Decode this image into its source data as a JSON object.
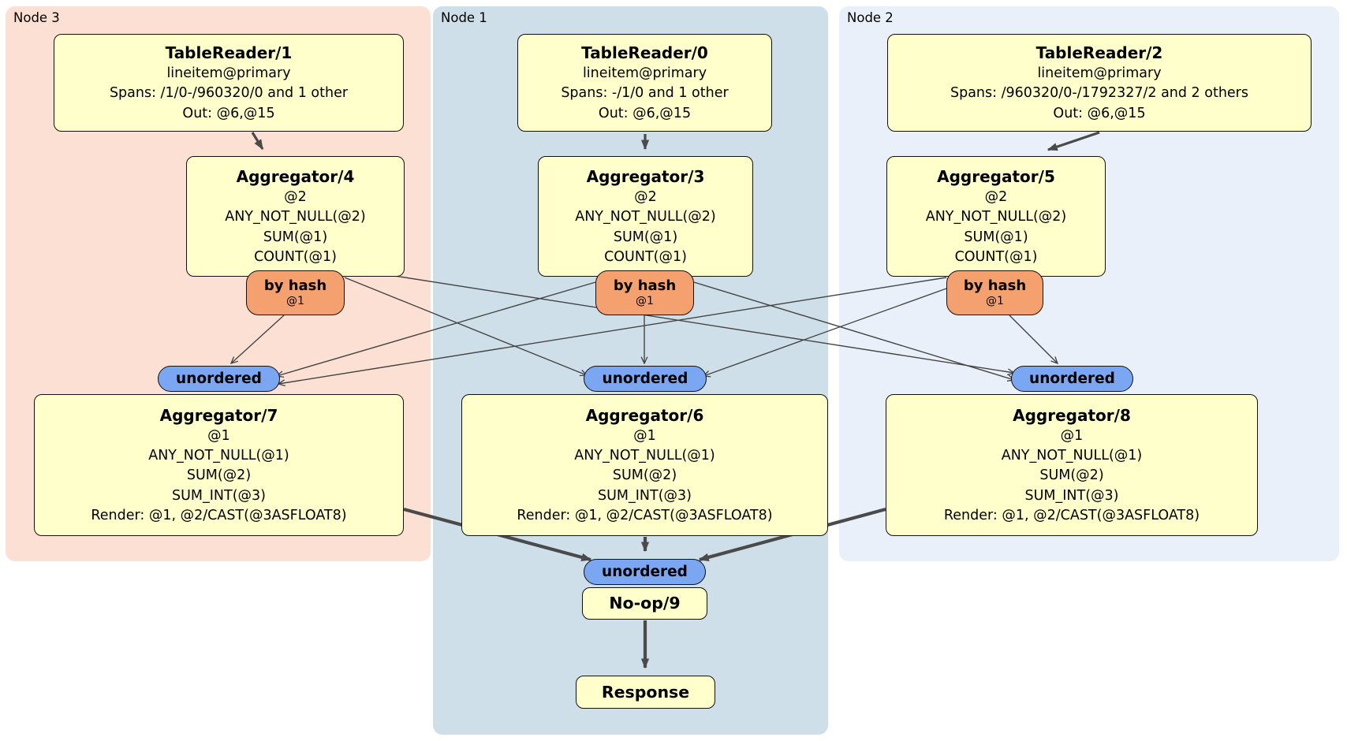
{
  "panels": {
    "node3": {
      "label": "Node 3"
    },
    "node1": {
      "label": "Node 1"
    },
    "node2": {
      "label": "Node 2"
    }
  },
  "processors": {
    "tablereader1": {
      "title": "TableReader/1",
      "lines": [
        "lineitem@primary",
        "Spans: /1/0-/960320/0 and 1 other",
        "Out: @6,@15"
      ]
    },
    "tablereader0": {
      "title": "TableReader/0",
      "lines": [
        "lineitem@primary",
        "Spans: -/1/0 and 1 other",
        "Out: @6,@15"
      ]
    },
    "tablereader2": {
      "title": "TableReader/2",
      "lines": [
        "lineitem@primary",
        "Spans: /960320/0-/1792327/2 and 2 others",
        "Out: @6,@15"
      ]
    },
    "aggregator4": {
      "title": "Aggregator/4",
      "lines": [
        "@2",
        "ANY_NOT_NULL(@2)",
        "SUM(@1)",
        "COUNT(@1)"
      ]
    },
    "aggregator3": {
      "title": "Aggregator/3",
      "lines": [
        "@2",
        "ANY_NOT_NULL(@2)",
        "SUM(@1)",
        "COUNT(@1)"
      ]
    },
    "aggregator5": {
      "title": "Aggregator/5",
      "lines": [
        "@2",
        "ANY_NOT_NULL(@2)",
        "SUM(@1)",
        "COUNT(@1)"
      ]
    },
    "aggregator7": {
      "title": "Aggregator/7",
      "lines": [
        "@1",
        "ANY_NOT_NULL(@1)",
        "SUM(@2)",
        "SUM_INT(@3)",
        "Render: @1, @2/CAST(@3ASFLOAT8)"
      ]
    },
    "aggregator6": {
      "title": "Aggregator/6",
      "lines": [
        "@1",
        "ANY_NOT_NULL(@1)",
        "SUM(@2)",
        "SUM_INT(@3)",
        "Render: @1, @2/CAST(@3ASFLOAT8)"
      ]
    },
    "aggregator8": {
      "title": "Aggregator/8",
      "lines": [
        "@1",
        "ANY_NOT_NULL(@1)",
        "SUM(@2)",
        "SUM_INT(@3)",
        "Render: @1, @2/CAST(@3ASFLOAT8)"
      ]
    },
    "noop9": {
      "title": "No-op/9"
    },
    "response": {
      "title": "Response"
    }
  },
  "routers": {
    "node3": {
      "label": "by hash",
      "detail": "@1"
    },
    "node1": {
      "label": "by hash",
      "detail": "@1"
    },
    "node2": {
      "label": "by hash",
      "detail": "@1"
    }
  },
  "syncs": {
    "node3": {
      "label": "unordered"
    },
    "node1": {
      "label": "unordered"
    },
    "node2": {
      "label": "unordered"
    },
    "final": {
      "label": "unordered"
    }
  },
  "colors": {
    "panel_node3": "#fce0d3",
    "panel_node1": "#cfdfe9",
    "panel_node2": "#eaf0f9",
    "processor_fill": "#ffffcc",
    "router_fill": "#f5a06f",
    "sync_fill": "#7aa6f2",
    "edge": "#444444"
  }
}
